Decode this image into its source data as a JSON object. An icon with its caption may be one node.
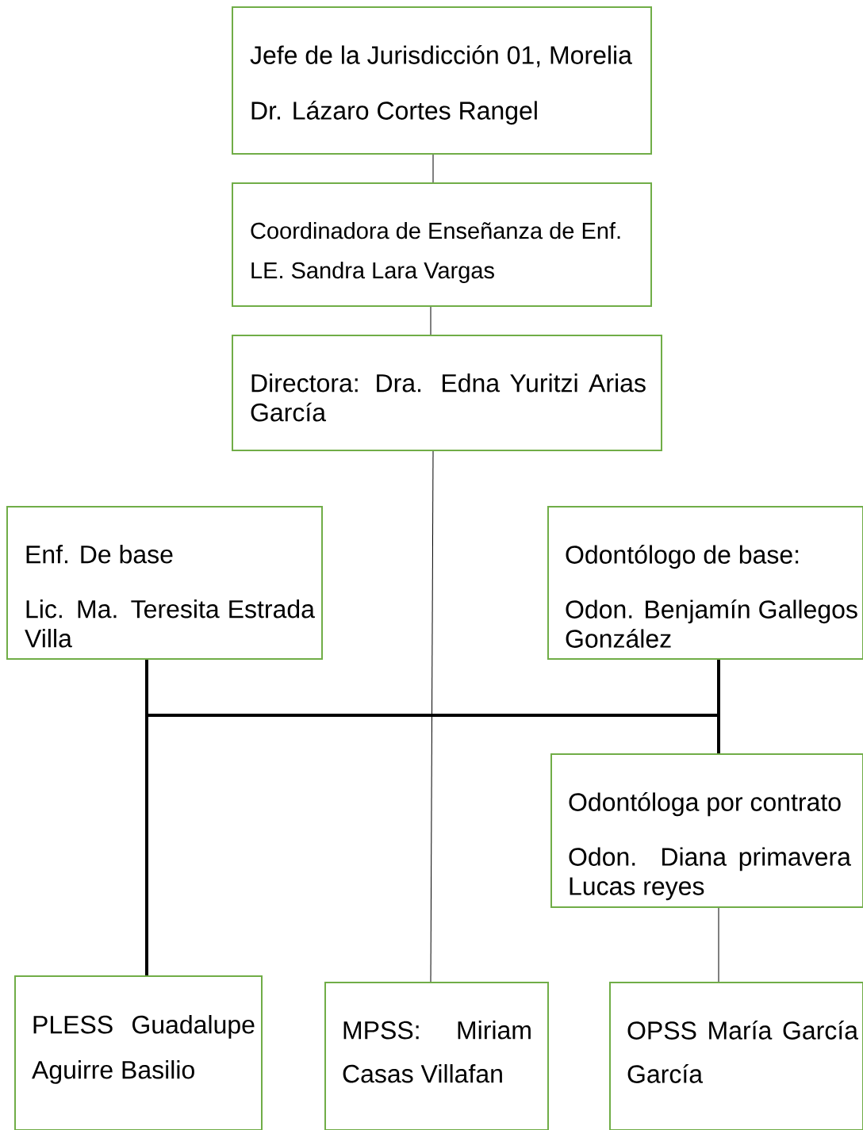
{
  "diagram": {
    "nodes": [
      {
        "text": [
          "Jefe de la Jurisdicción 01, Morelia",
          "Dr. Lázaro Cortes Rangel"
        ]
      },
      {
        "text": [
          "Coordinadora de Enseñanza de Enf.",
          "LE. Sandra Lara Vargas"
        ]
      },
      {
        "text": [
          "Directora: Dra. Edna Yuritzi Arias García"
        ]
      },
      {
        "text": [
          "Enf. De base",
          "Lic. Ma. Teresita Estrada Villa"
        ]
      },
      {
        "text": [
          "Odontólogo de base:",
          "Odon. Benjamín Gallegos González"
        ]
      },
      {
        "text": [
          "Odontóloga por contrato",
          "Odon. Diana primavera Lucas reyes"
        ]
      },
      {
        "text": [
          "PLESS Guadalupe Aguirre Basilio"
        ]
      },
      {
        "text": [
          "MPSS: Miriam Casas Villafan"
        ]
      },
      {
        "text": [
          "OPSS María García García"
        ]
      }
    ],
    "edges": [
      {
        "from": 0,
        "to": 1,
        "arrow": "none"
      },
      {
        "from": 1,
        "to": 2,
        "arrow": "none"
      },
      {
        "from": 2,
        "to": 7,
        "arrow": "none"
      },
      {
        "from": 3,
        "to": 6,
        "arrow": "none"
      },
      {
        "from": 3,
        "to": 5,
        "arrow": "none",
        "style": "thick"
      },
      {
        "from": 4,
        "to": 6,
        "arrow": "none",
        "style": "thick"
      },
      {
        "from": 4,
        "to": 5,
        "arrow": "none"
      },
      {
        "from": 5,
        "to": 8,
        "arrow": "none"
      }
    ]
  }
}
